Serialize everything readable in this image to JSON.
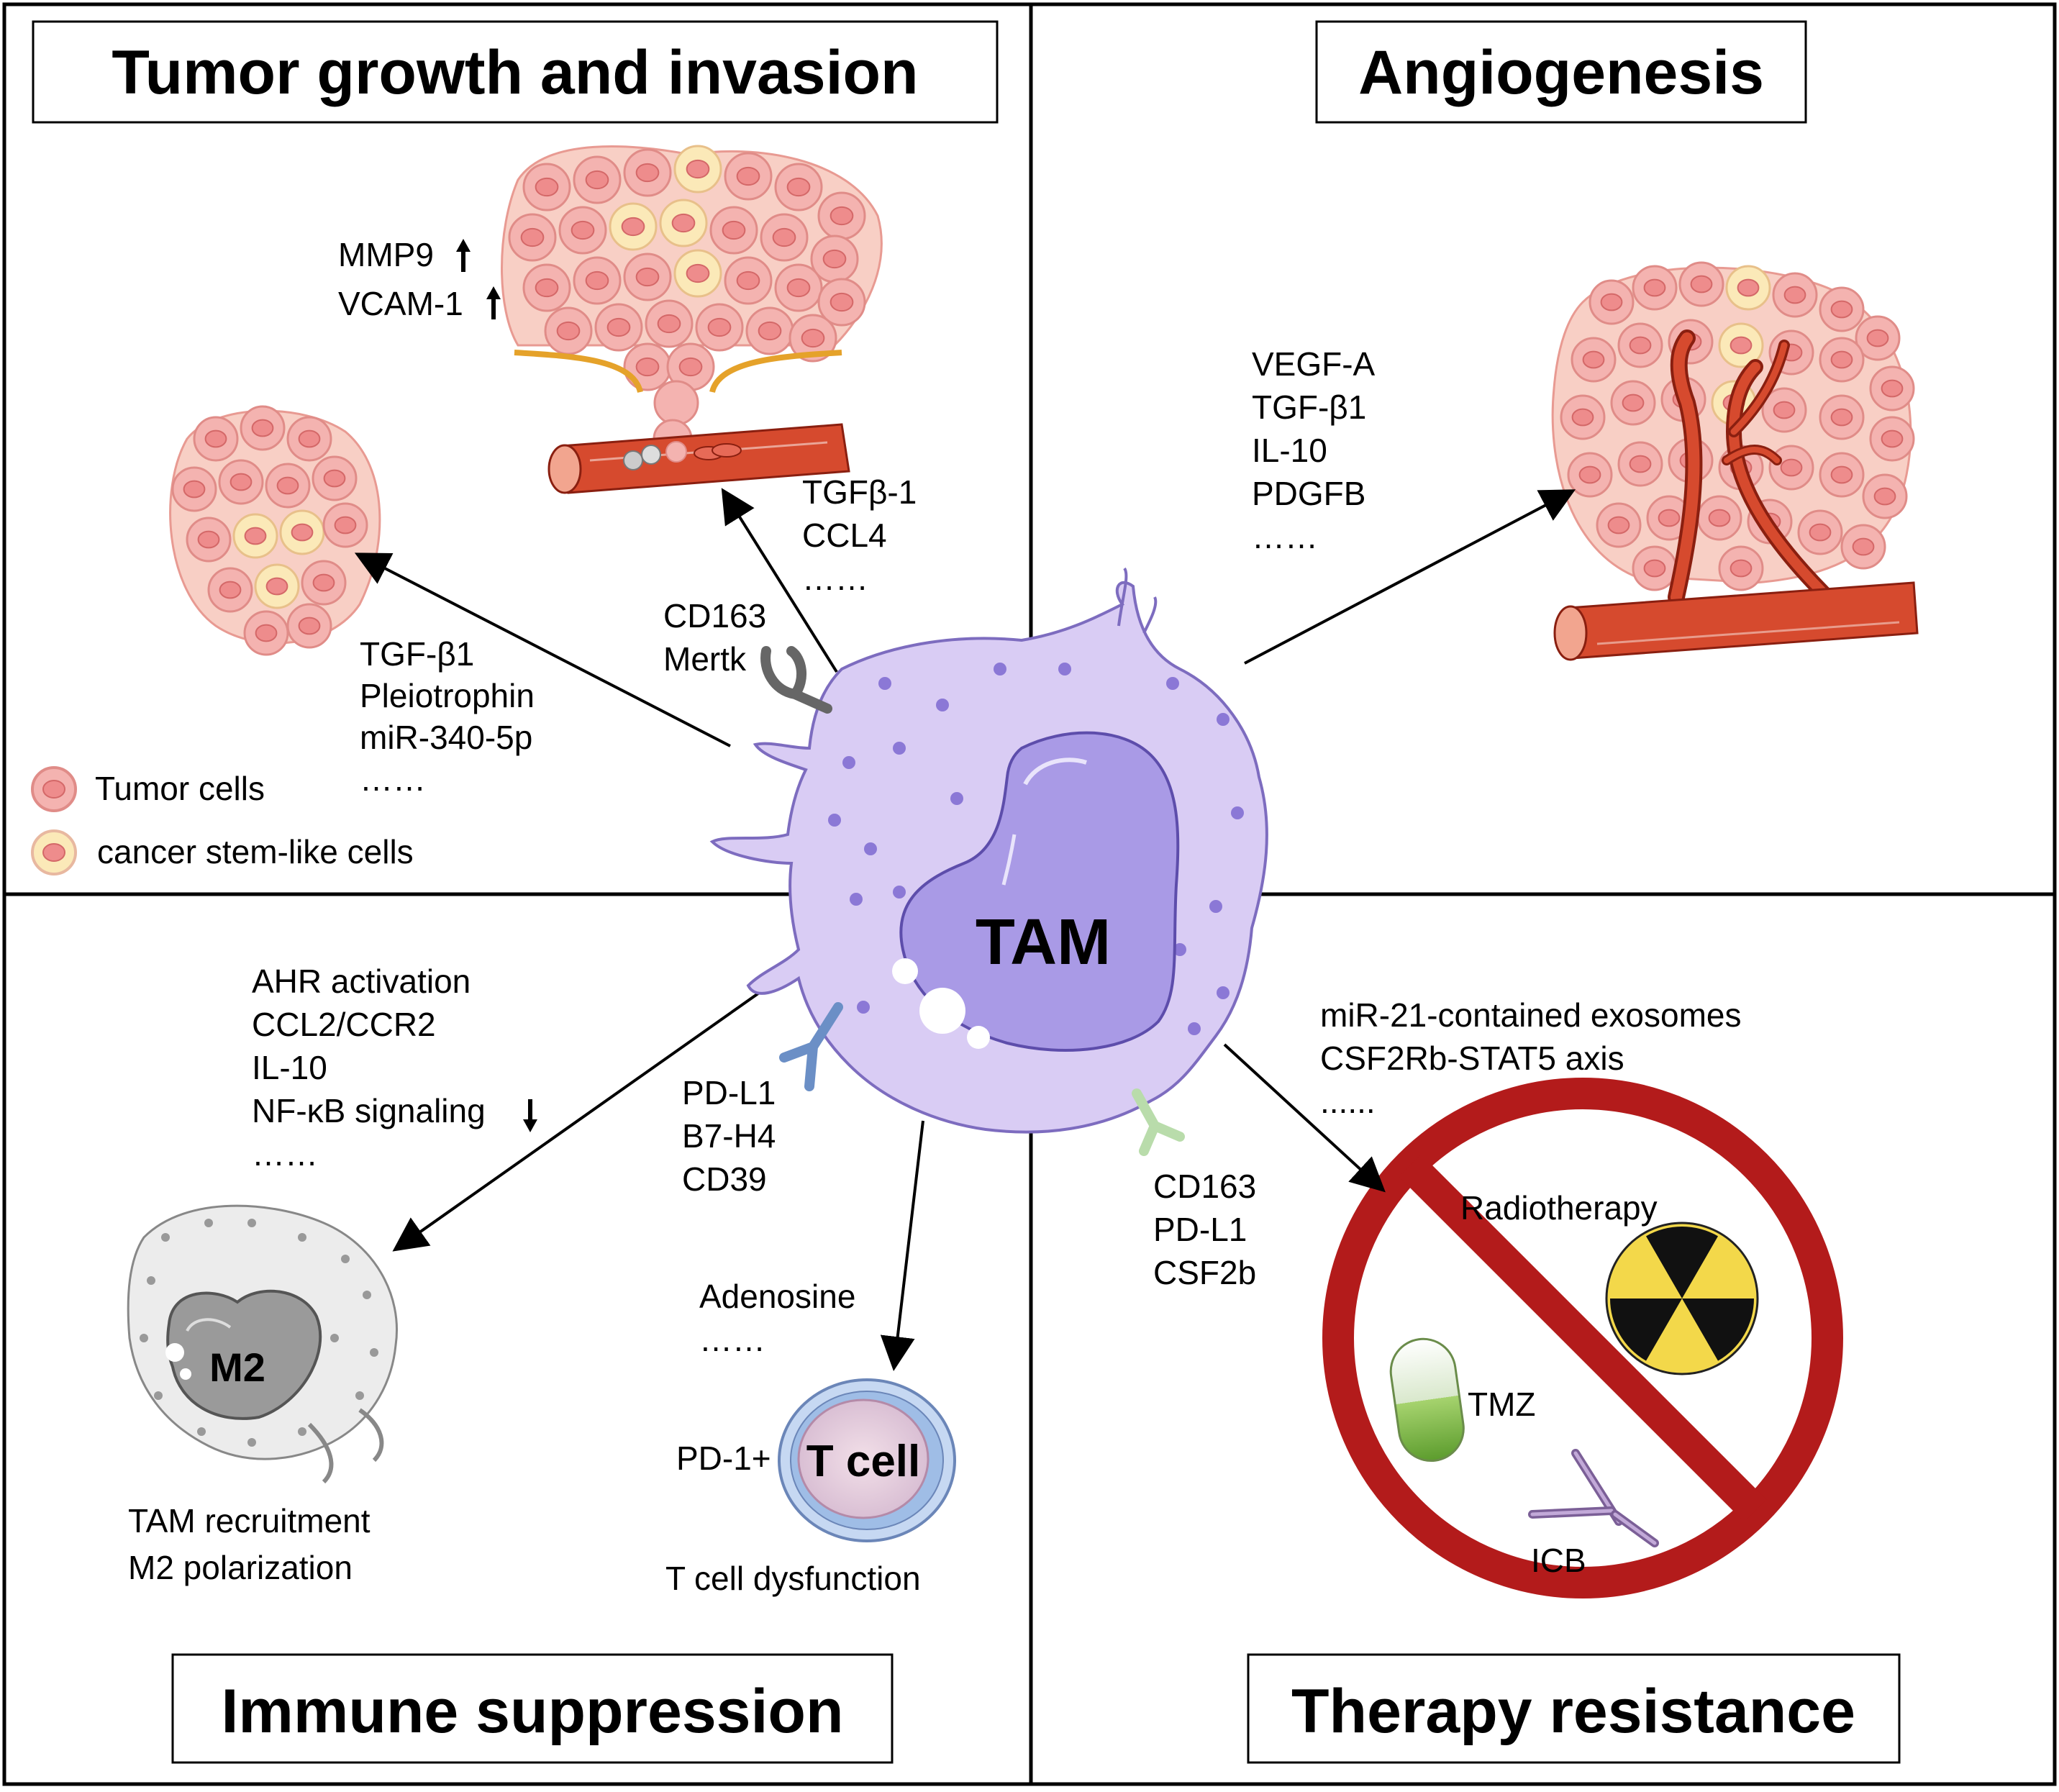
{
  "quadrants": {
    "top_left": {
      "title": "Tumor growth and invasion",
      "invasion_markers": [
        "MMP9",
        "VCAM-1"
      ],
      "cytokines_left": [
        "TGF-β1",
        "Pleiotrophin",
        "miR-340-5p",
        "……"
      ],
      "cytokines_up": [
        "TGFβ-1",
        "CCL4",
        "……"
      ],
      "receptors": [
        "CD163",
        "Mertk"
      ],
      "legend": {
        "tumor": "Tumor cells",
        "stem": "cancer stem-like cells"
      }
    },
    "top_right": {
      "title": "Angiogenesis",
      "factors": [
        "VEGF-A",
        "TGF-β1",
        "IL-10",
        "PDGFB",
        "……"
      ]
    },
    "bottom_left": {
      "title": "Immune suppression",
      "m2_factors": [
        "AHR activation",
        "CCL2/CCR2",
        "IL-10",
        "NF-κB signaling",
        "……"
      ],
      "m2_label": "M2",
      "m2_caption": [
        "TAM recruitment",
        "M2 polarization"
      ],
      "checkpoints": [
        "PD-L1",
        "B7-H4",
        "CD39"
      ],
      "tcell_factors": [
        "Adenosine",
        "……"
      ],
      "pd1": "PD-1+",
      "tcell_label": "T cell",
      "tcell_caption": "T cell dysfunction"
    },
    "bottom_right": {
      "title": "Therapy resistance",
      "mechanisms": [
        "miR-21-contained exosomes",
        "CSF2Rb-STAT5 axis",
        "......"
      ],
      "receptors": [
        "CD163",
        "PD-L1",
        "CSF2b"
      ],
      "therapies": {
        "radio": "Radiotherapy",
        "tmz": "TMZ",
        "icb": "ICB"
      }
    }
  },
  "center_label": "TAM",
  "colors": {
    "tam_cytoplasm": "#d9ccf4",
    "tam_nucleus": "#a99ae6",
    "tumor_cell": "#f4a6a6",
    "stem_cell": "#fbe9b8",
    "vessel": "#d64a2e",
    "prohibit": "#b31b1b",
    "radiation": "#f3d84a"
  }
}
